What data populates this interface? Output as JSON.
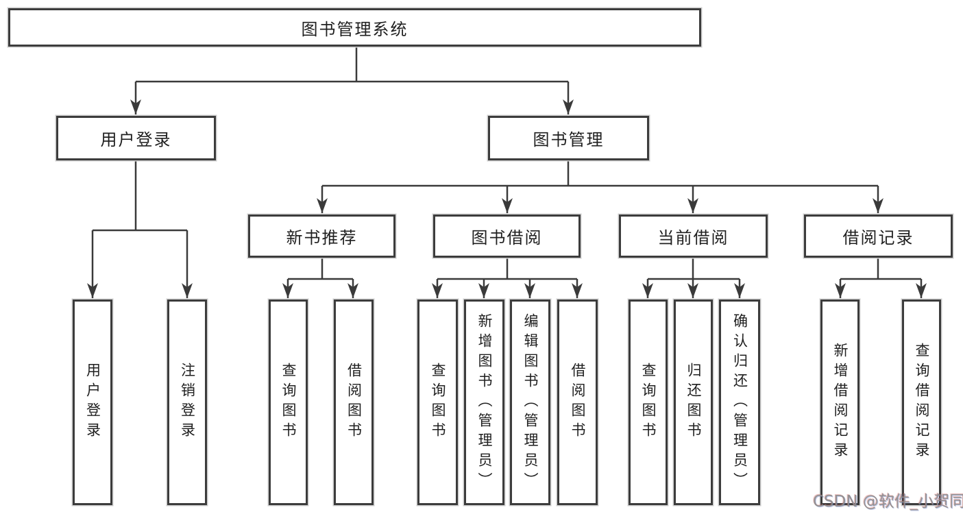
{
  "diagram": {
    "root": {
      "label": "图书管理系统"
    },
    "level1": [
      {
        "label": "用户登录"
      },
      {
        "label": "图书管理"
      }
    ],
    "level2": [
      {
        "label": "新书推荐"
      },
      {
        "label": "图书借阅"
      },
      {
        "label": "当前借阅"
      },
      {
        "label": "借阅记录"
      }
    ],
    "leaves": {
      "user_login": [
        {
          "label": "用户登录"
        },
        {
          "label": "注销登录"
        }
      ],
      "new_book": [
        {
          "label": "查询图书"
        },
        {
          "label": "借阅图书"
        }
      ],
      "borrow": [
        {
          "label": "查询图书"
        },
        {
          "label": "新增图书（管理员）"
        },
        {
          "label": "编辑图书（管理员）"
        },
        {
          "label": "借阅图书"
        }
      ],
      "current": [
        {
          "label": "查询图书"
        },
        {
          "label": "归还图书"
        },
        {
          "label": "确认归还（管理员）"
        }
      ],
      "records": [
        {
          "label": "新增借阅记录"
        },
        {
          "label": "查询借阅记录"
        }
      ]
    }
  },
  "watermark": {
    "text": "CSDN @软件_小贺同学"
  },
  "colors": {
    "line": "#3a3a3a",
    "box_border": "#3c3c3c",
    "text": "#1f1f1f",
    "watermark": "#8d8d8d",
    "background": "#ffffff"
  }
}
